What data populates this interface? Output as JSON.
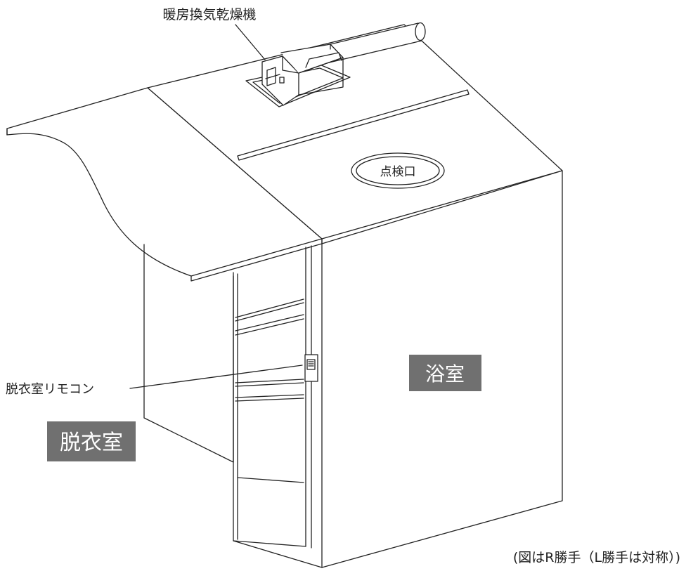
{
  "labels": {
    "dryer_unit": "暖房換気乾燥機",
    "inspection_hatch": "点検口",
    "remote": "脱衣室リモコン",
    "bathroom": "浴室",
    "dressing_room": "脱衣室",
    "note": "(図はR勝手（L勝手は対称）)"
  },
  "colors": {
    "line": "#222222",
    "tag_fill": "#707070",
    "tag_text": "#ffffff",
    "background": "#ffffff"
  }
}
